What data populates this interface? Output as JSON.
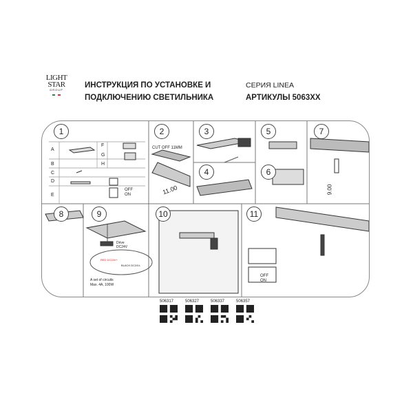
{
  "brand": {
    "line1": "LIGHT",
    "line2": "STAR",
    "line3": "GROUP"
  },
  "title": {
    "left_line1": "ИНСТРУКЦИЯ ПО УСТАНОВКЕ И",
    "left_line2": "ПОДКЛЮЧЕНИЮ СВЕТИЛЬНИКА",
    "right_line1": "СЕРИЯ LINEA",
    "right_line2": "АРТИКУЛЫ 5063ХХ"
  },
  "steps": [
    "1",
    "2",
    "3",
    "4",
    "5",
    "6",
    "7",
    "8",
    "9",
    "10",
    "11"
  ],
  "parts": {
    "A": "A",
    "B": "B",
    "C": "C",
    "D": "D",
    "E": "E",
    "F": "F",
    "G": "G",
    "H": "H"
  },
  "labels": {
    "cutoff": "CUT OFF 11MM",
    "dim_11": "11.00",
    "dim_9": "9.00",
    "off": "OFF",
    "on": "ON",
    "drive": "Drive",
    "dc24v": "DC24V",
    "red_dc24": "RED DC24V+",
    "black_dc24": "BLACK DC24V-",
    "circuits_1": "A set of circuits",
    "circuits_2": "Max. 4A, 100W"
  },
  "codes": [
    "506317",
    "506327",
    "506337",
    "506357"
  ],
  "colors": {
    "line": "#333333",
    "accent_red": "#cc2222",
    "accent_green": "#2a8a3e"
  }
}
